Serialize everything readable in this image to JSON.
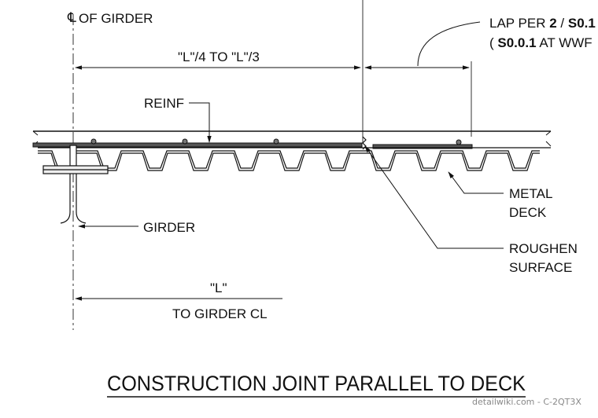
{
  "labels": {
    "centerline": "OF GIRDER",
    "centerline_symbol": "℄",
    "lap_line1_prefix": "LAP PER ",
    "lap_line1_ref": "2",
    "lap_line1_sep": " / ",
    "lap_line1_sheet": "S0.1",
    "lap_line2_paren": "( ",
    "lap_line2_sheet": "S0.0.1",
    "lap_line2_suffix": "  AT WWF",
    "dim_top": "\"L\"/4 TO \"L\"/3",
    "reinf": "REINF",
    "metal_deck_1": "METAL",
    "metal_deck_2": "DECK",
    "girder": "GIRDER",
    "roughen_1": "ROUGHEN",
    "roughen_2": "SURFACE",
    "dim_bottom": "\"L\"",
    "dim_bottom_sub": "TO GIRDER CL"
  },
  "title": "CONSTRUCTION JOINT PARALLEL TO DECK",
  "watermark": "detailwiki.com - C-2QT3X"
}
